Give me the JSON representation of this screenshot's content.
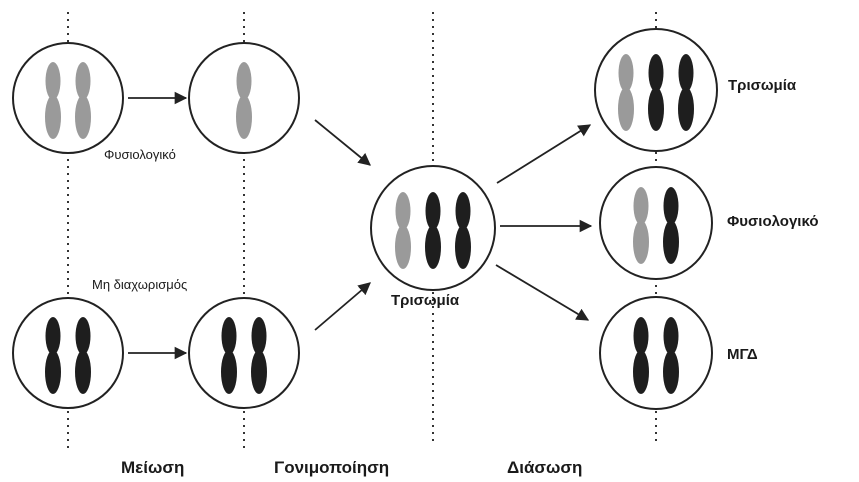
{
  "labels": {
    "normal_top": "Φυσιολογικό",
    "nondisjunction": "Μη διαχωρισμός",
    "trisomy_center": "Τρισωμία",
    "trisomy_right": "Τρισωμία",
    "normal_right": "Φυσιολογικό",
    "mgd": "ΜΓΔ",
    "meiosis": "Μείωση",
    "fertilization": "Γονιμοποίηση",
    "cleavage": "Διάσωση"
  },
  "colors": {
    "light_chromosome": "#9a9a9a",
    "dark_chromosome": "#1e1e1e",
    "outline": "#222222",
    "background": "#ffffff"
  },
  "cells": [
    {
      "name": "cell-meiosis-top",
      "chromosomes": [
        "light",
        "light"
      ]
    },
    {
      "name": "cell-gamete-normal",
      "chromosomes": [
        "light"
      ]
    },
    {
      "name": "cell-meiosis-bottom",
      "chromosomes": [
        "dark",
        "dark"
      ]
    },
    {
      "name": "cell-gamete-nondisjunction",
      "chromosomes": [
        "dark",
        "dark"
      ]
    },
    {
      "name": "cell-zygote-trisomy",
      "chromosomes": [
        "light",
        "dark",
        "dark"
      ]
    },
    {
      "name": "cell-result-trisomy",
      "chromosomes": [
        "light",
        "dark",
        "dark"
      ]
    },
    {
      "name": "cell-result-normal",
      "chromosomes": [
        "light",
        "dark"
      ]
    },
    {
      "name": "cell-result-mgd",
      "chromosomes": [
        "dark",
        "dark"
      ]
    }
  ]
}
